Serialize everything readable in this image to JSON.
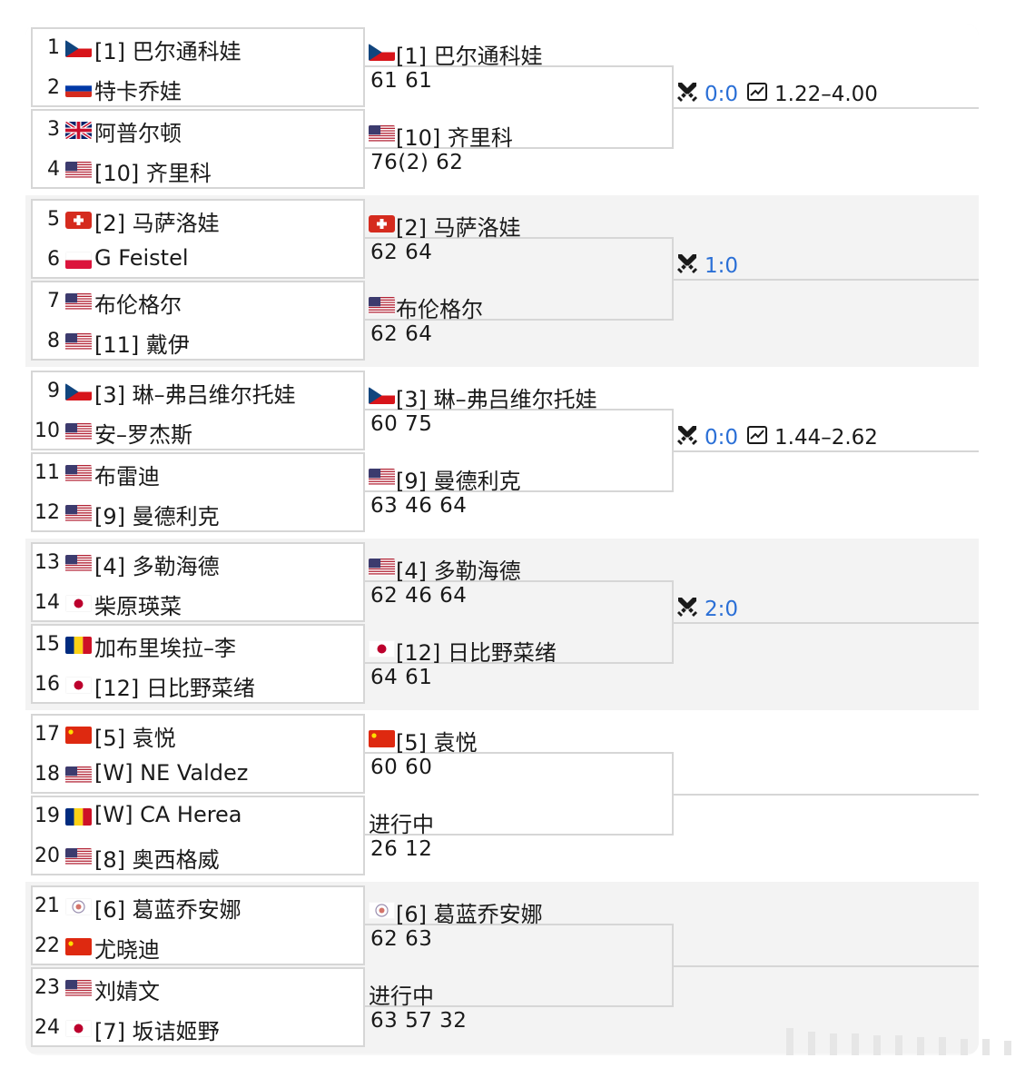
{
  "brand_colors": {
    "h2h_value": "#2a6fd6",
    "border": "#d6d6d6"
  },
  "flags": {
    "cze": "flag-czech-icon",
    "rus": "flag-russia-icon",
    "gbr": "flag-uk-icon",
    "usa": "flag-usa-icon",
    "sui": "flag-switzerland-icon",
    "pol": "flag-poland-icon",
    "jpn": "flag-japan-icon",
    "rou": "flag-romania-icon",
    "chn": "flag-china-icon",
    "tpe": "flag-chinese-taipei-icon"
  },
  "sections": [
    {
      "players": [
        {
          "num": "1",
          "flag": "cze",
          "name": "[1] 巴尔通科娃"
        },
        {
          "num": "2",
          "flag": "rus",
          "name": "特卡乔娃"
        },
        {
          "num": "3",
          "flag": "gbr",
          "name": "阿普尔顿"
        },
        {
          "num": "4",
          "flag": "usa",
          "name": "[10] 齐里科"
        }
      ],
      "top_winner": {
        "flag": "cze",
        "name": "[1] 巴尔通科娃"
      },
      "top_score": "61 61",
      "bottom_winner": {
        "flag": "usa",
        "name": "[10] 齐里科"
      },
      "bottom_score": "76(2) 62",
      "h2h": "0:0",
      "odds": "1.22–4.00"
    },
    {
      "players": [
        {
          "num": "5",
          "flag": "sui",
          "name": "[2] 马萨洛娃"
        },
        {
          "num": "6",
          "flag": "pol",
          "name": "G Feistel"
        },
        {
          "num": "7",
          "flag": "usa",
          "name": "布伦格尔"
        },
        {
          "num": "8",
          "flag": "usa",
          "name": "[11] 戴伊"
        }
      ],
      "top_winner": {
        "flag": "sui",
        "name": "[2] 马萨洛娃"
      },
      "top_score": "62 64",
      "bottom_winner": {
        "flag": "usa",
        "name": "布伦格尔"
      },
      "bottom_score": "62 64",
      "h2h": "1:0",
      "odds": ""
    },
    {
      "players": [
        {
          "num": "9",
          "flag": "cze",
          "name": "[3] 琳–弗吕维尔托娃"
        },
        {
          "num": "10",
          "flag": "usa",
          "name": "安–罗杰斯"
        },
        {
          "num": "11",
          "flag": "usa",
          "name": "布雷迪"
        },
        {
          "num": "12",
          "flag": "usa",
          "name": "[9] 曼德利克"
        }
      ],
      "top_winner": {
        "flag": "cze",
        "name": "[3] 琳–弗吕维尔托娃"
      },
      "top_score": "60 75",
      "bottom_winner": {
        "flag": "usa",
        "name": "[9] 曼德利克"
      },
      "bottom_score": "63 46 64",
      "h2h": "0:0",
      "odds": "1.44–2.62"
    },
    {
      "players": [
        {
          "num": "13",
          "flag": "usa",
          "name": "[4] 多勒海德"
        },
        {
          "num": "14",
          "flag": "jpn",
          "name": "柴原瑛菜"
        },
        {
          "num": "15",
          "flag": "rou",
          "name": "加布里埃拉–李"
        },
        {
          "num": "16",
          "flag": "jpn",
          "name": "[12] 日比野菜绪"
        }
      ],
      "top_winner": {
        "flag": "usa",
        "name": "[4] 多勒海德"
      },
      "top_score": "62 46 64",
      "bottom_winner": {
        "flag": "jpn",
        "name": "[12] 日比野菜绪"
      },
      "bottom_score": "64 61",
      "h2h": "2:0",
      "odds": ""
    },
    {
      "players": [
        {
          "num": "17",
          "flag": "chn",
          "name": "[5] 袁悦"
        },
        {
          "num": "18",
          "flag": "usa",
          "name": "[W] NE Valdez"
        },
        {
          "num": "19",
          "flag": "rou",
          "name": "[W] CA Herea"
        },
        {
          "num": "20",
          "flag": "usa",
          "name": "[8] 奥西格威"
        }
      ],
      "top_winner": {
        "flag": "chn",
        "name": "[5] 袁悦"
      },
      "top_score": "60 60",
      "bottom_winner": {
        "flag": "",
        "name": "进行中"
      },
      "bottom_score": "26 12",
      "h2h": "",
      "odds": ""
    },
    {
      "players": [
        {
          "num": "21",
          "flag": "tpe",
          "name": "[6] 葛蓝乔安娜"
        },
        {
          "num": "22",
          "flag": "chn",
          "name": "尤晓迪"
        },
        {
          "num": "23",
          "flag": "usa",
          "name": "刘婧文"
        },
        {
          "num": "24",
          "flag": "jpn",
          "name": "[7] 坂诘姬野"
        }
      ],
      "top_winner": {
        "flag": "tpe",
        "name": "[6] 葛蓝乔安娜"
      },
      "top_score": "62 63",
      "bottom_winner": {
        "flag": "",
        "name": "进行中"
      },
      "bottom_score": "63 57 32",
      "h2h": "",
      "odds": ""
    }
  ]
}
